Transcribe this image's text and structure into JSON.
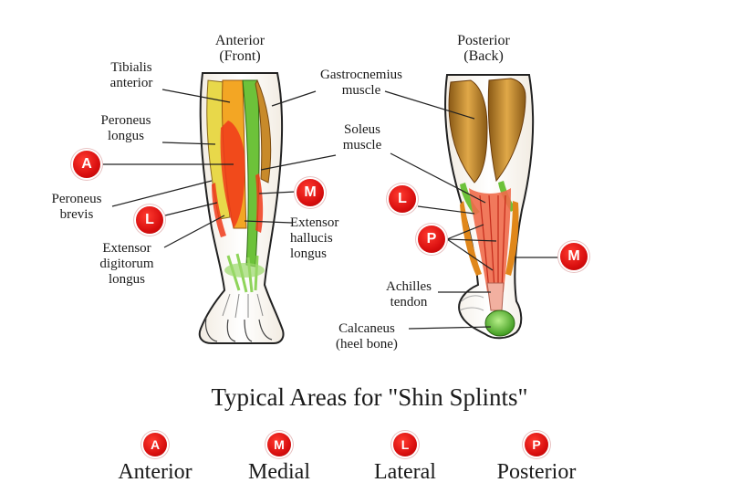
{
  "anterior_view": {
    "heading": "Anterior",
    "subheading": "(Front)",
    "labels": {
      "tibialis_anterior": "Tibialis\nanterior",
      "peroneus_longus": "Peroneus\nlongus",
      "peroneus_brevis": "Peroneus\nbrevis",
      "extensor_digitorum_longus": "Extensor\ndigitorum\nlongus",
      "extensor_hallucis_longus": "Extensor\nhallucis\nlongus"
    },
    "badges": {
      "a": "A",
      "l": "L",
      "m": "M"
    }
  },
  "posterior_view": {
    "heading": "Posterior",
    "subheading": "(Back)",
    "labels": {
      "gastrocnemius": "Gastrocnemius\nmuscle",
      "soleus": "Soleus\nmuscle",
      "achilles": "Achilles\ntendon",
      "calcaneus": "Calcaneus\n(heel bone)"
    },
    "badges": {
      "l": "L",
      "p": "P",
      "m": "M"
    }
  },
  "title": "Typical Areas for \"Shin Splints\"",
  "legend": [
    {
      "letter": "A",
      "label": "Anterior"
    },
    {
      "letter": "M",
      "label": "Medial"
    },
    {
      "letter": "L",
      "label": "Lateral"
    },
    {
      "letter": "P",
      "label": "Posterior"
    }
  ],
  "colors": {
    "badge_red": "#d90f0f",
    "muscle_orange": "#e0871a",
    "muscle_yellow": "#e8d84a",
    "muscle_green": "#6dc23a",
    "pain_red": "#f03a1a",
    "skin_outline": "#222222",
    "gastro_brown": "#c88a2a"
  }
}
